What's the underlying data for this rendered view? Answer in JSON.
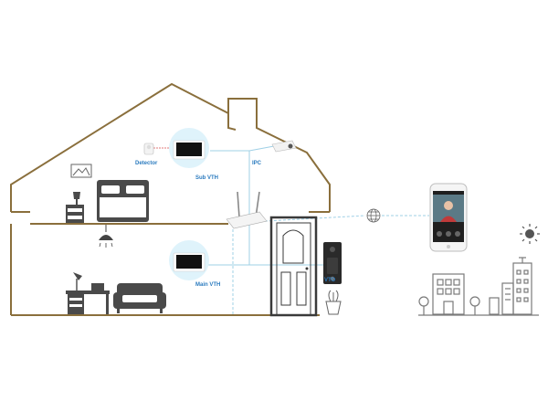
{
  "labels": {
    "detector": "Detector",
    "sub_vth": "Sub VTH",
    "ipc": "IPC",
    "main_vth": "Main VTH",
    "vto": "VTO"
  },
  "colors": {
    "house_outline": "#8a6f3c",
    "label": "#2b7bbf",
    "line_blue": "#9fd0e6",
    "line_red": "#e07a7a",
    "circle_bg": "#dff3fb",
    "icon_gray": "#4a4a4a",
    "building_gray": "#7a7a7a"
  },
  "icons": [
    "house-outline",
    "detector-icon",
    "sub-vth-monitor-icon",
    "ipc-camera-icon",
    "router-icon",
    "picture-frame-icon",
    "bed-icon",
    "nightstand-lamp-icon",
    "ceiling-lamp-icon",
    "main-vth-monitor-icon",
    "desk-icon",
    "sofa-icon",
    "door-icon",
    "vto-doorbell-icon",
    "plant-pot-icon",
    "globe-icon",
    "smartphone-icon",
    "sun-icon",
    "buildings-icon"
  ]
}
